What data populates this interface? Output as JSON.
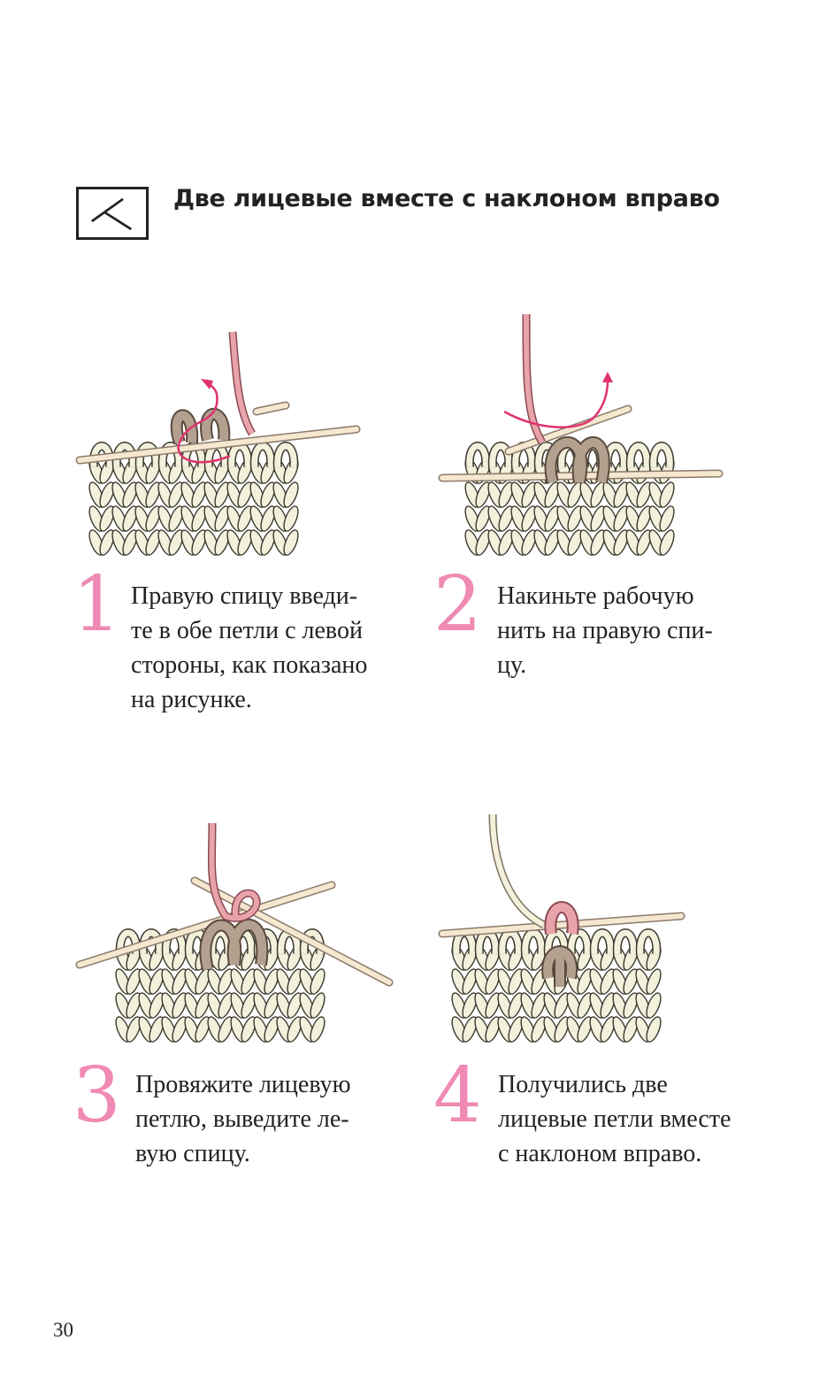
{
  "header": {
    "symbol_icon": "k2tog-right-slant-symbol",
    "title": "Две лицевые вместе с наклоном вправо"
  },
  "colors": {
    "accent_pink": "#ef8ab4",
    "yarn_cream": "#f3f0dc",
    "yarn_taupe": "#b3a08f",
    "yarn_pink": "#e9a3ab",
    "arrow": "#e0336f",
    "needle": "#f6e7d0"
  },
  "steps": [
    {
      "number": "1",
      "lines": [
        "Правую спицу введи-",
        "те в обе петли с левой",
        "стороны, как показано",
        "на рисунке."
      ]
    },
    {
      "number": "2",
      "lines": [
        "Накиньте рабочую",
        "нить на правую спи-",
        "цу."
      ]
    },
    {
      "number": "3",
      "lines": [
        "Провяжите лицевую",
        "петлю, выведите ле-",
        "вую спицу."
      ]
    },
    {
      "number": "4",
      "lines": [
        "Получились две",
        "лицевые петли вместе",
        "с наклоном вправо."
      ]
    }
  ],
  "page_number": "30"
}
